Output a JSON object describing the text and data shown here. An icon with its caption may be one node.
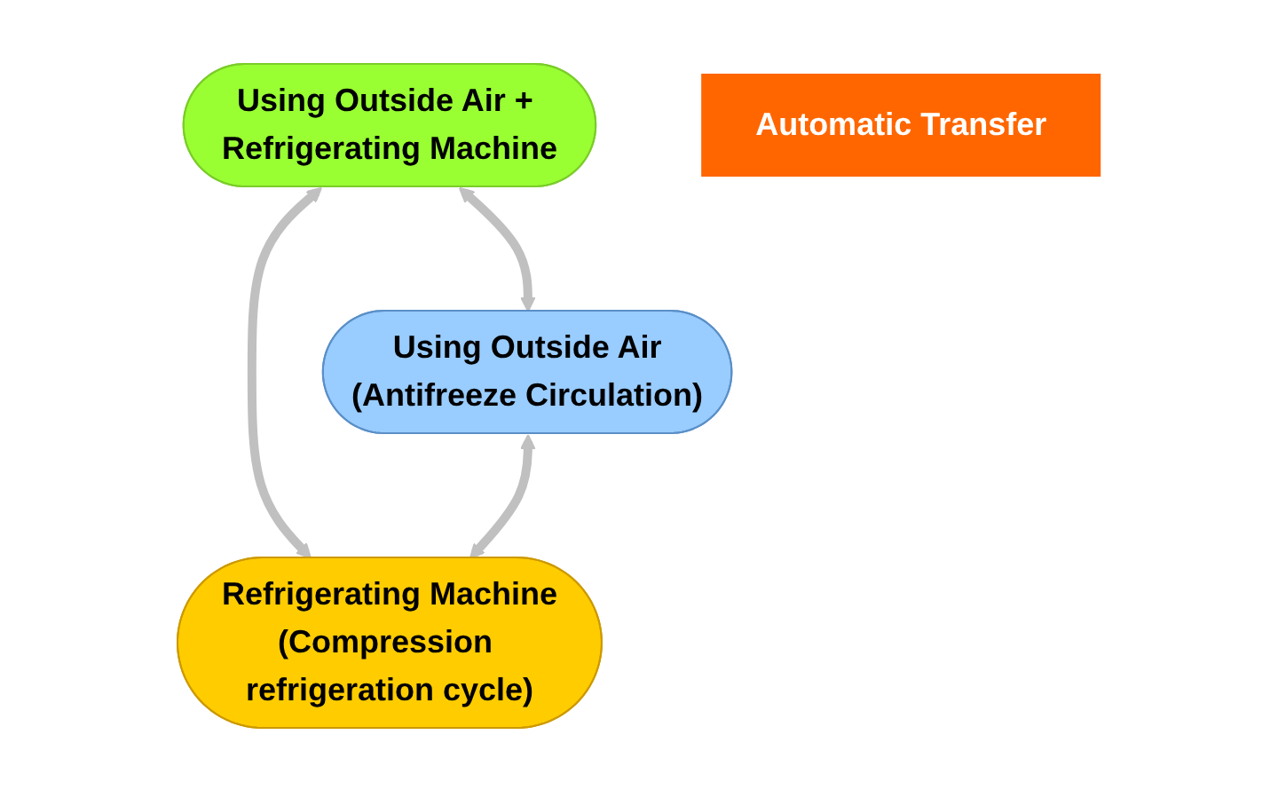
{
  "diagram": {
    "nodes": [
      {
        "text": [
          "Using Outside Air + Refrigerating Machine"
        ]
      },
      {
        "text": [
          "Automatic Transfer"
        ]
      },
      {
        "text": [
          "Using Outside Air",
          "(Antifreeze Circulation)"
        ]
      },
      {
        "text": [
          "Refrigerating Machine",
          "(Compression refrigeration cycle)"
        ]
      }
    ],
    "edges": [
      {
        "from": 0,
        "to": 2,
        "arrow": "both"
      },
      {
        "from": 0,
        "to": 3,
        "arrow": "both"
      },
      {
        "from": 2,
        "to": 3,
        "arrow": "both"
      }
    ]
  }
}
